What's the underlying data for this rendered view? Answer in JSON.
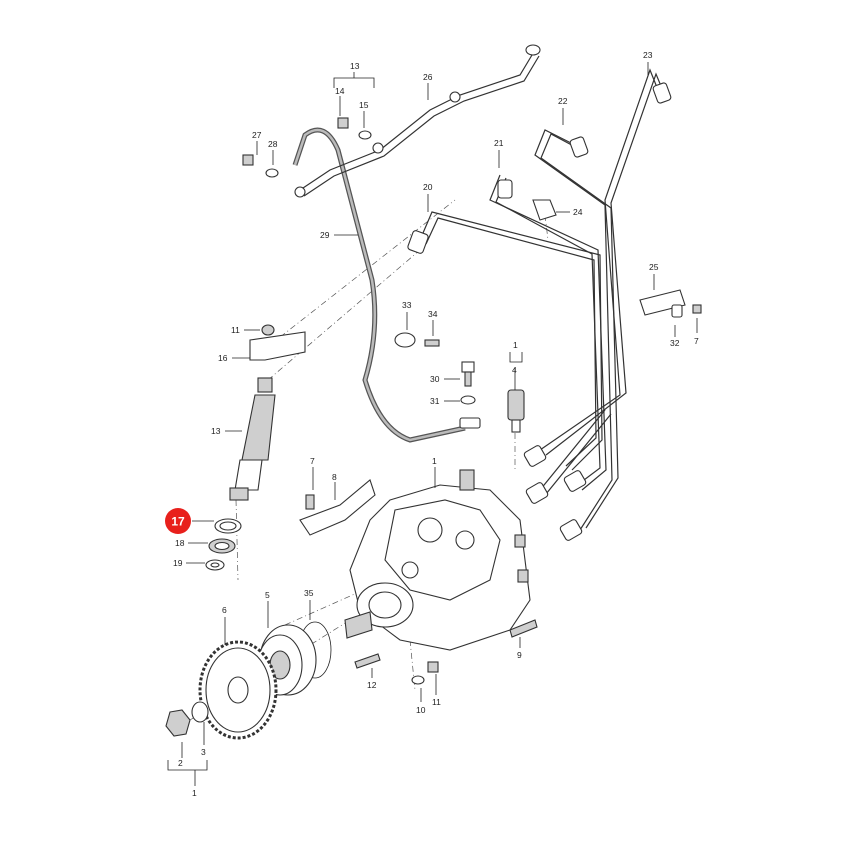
{
  "callouts": [
    {
      "id": "13",
      "label": "13"
    },
    {
      "id": "14",
      "label": "14"
    },
    {
      "id": "15",
      "label": "15"
    },
    {
      "id": "26",
      "label": "26"
    },
    {
      "id": "27",
      "label": "27"
    },
    {
      "id": "28",
      "label": "28"
    },
    {
      "id": "29",
      "label": "29"
    },
    {
      "id": "23",
      "label": "23"
    },
    {
      "id": "22",
      "label": "22"
    },
    {
      "id": "21",
      "label": "21"
    },
    {
      "id": "20",
      "label": "20"
    },
    {
      "id": "24",
      "label": "24"
    },
    {
      "id": "25",
      "label": "25"
    },
    {
      "id": "32",
      "label": "32"
    },
    {
      "id": "7a",
      "label": "7"
    },
    {
      "id": "33",
      "label": "33"
    },
    {
      "id": "34",
      "label": "34"
    },
    {
      "id": "11a",
      "label": "11"
    },
    {
      "id": "16",
      "label": "16"
    },
    {
      "id": "13b",
      "label": "13"
    },
    {
      "id": "1a",
      "label": "1"
    },
    {
      "id": "4",
      "label": "4"
    },
    {
      "id": "30",
      "label": "30"
    },
    {
      "id": "31",
      "label": "31"
    },
    {
      "id": "7b",
      "label": "7"
    },
    {
      "id": "8",
      "label": "8"
    },
    {
      "id": "1b",
      "label": "1"
    },
    {
      "id": "18",
      "label": "18"
    },
    {
      "id": "19",
      "label": "19"
    },
    {
      "id": "6",
      "label": "6"
    },
    {
      "id": "5",
      "label": "5"
    },
    {
      "id": "35",
      "label": "35"
    },
    {
      "id": "12",
      "label": "12"
    },
    {
      "id": "9",
      "label": "9"
    },
    {
      "id": "10",
      "label": "10"
    },
    {
      "id": "11b",
      "label": "11"
    },
    {
      "id": "2",
      "label": "2"
    },
    {
      "id": "3",
      "label": "3"
    },
    {
      "id": "1c",
      "label": "1"
    }
  ],
  "highlight": {
    "label": "17",
    "color": "#e8201c"
  }
}
